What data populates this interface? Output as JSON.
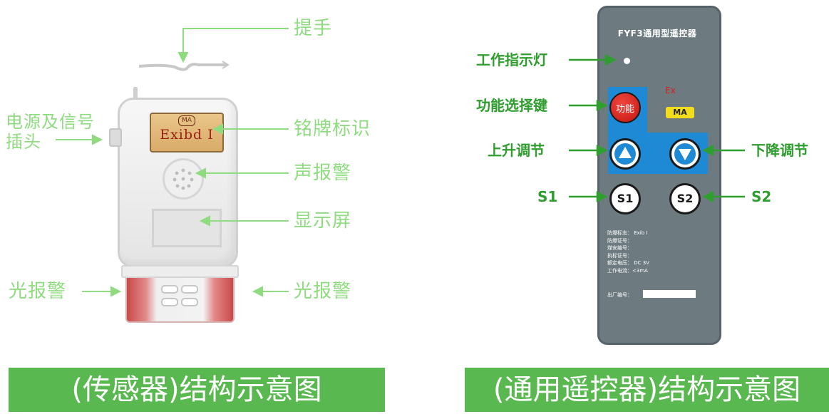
{
  "sensor": {
    "labels": {
      "handle": "提手",
      "connector_line1": "电源及信号",
      "connector_line2": "插头",
      "nameplate": "铭牌标识",
      "sound_alarm": "声报警",
      "display": "显示屏",
      "light_alarm_left": "光报警",
      "light_alarm_right": "光报警"
    },
    "nameplate_top": "MA",
    "nameplate_text": "Exibd I",
    "caption": "(传感器)结构示意图"
  },
  "remote": {
    "title": "FYF3通用型遥控器",
    "ex_mark": "Ex",
    "ma_mark": "MA",
    "function_key": "功能",
    "s1_key": "S1",
    "s2_key": "S2",
    "labels": {
      "indicator": "工作指示灯",
      "function": "功能选择键",
      "up": "上升调节",
      "down": "下降调节",
      "s1": "S1",
      "s2": "S2"
    },
    "spec_lines": [
      "防爆标志：  Exib I",
      "防爆证号：",
      "煤安编号：",
      "执标证号：",
      "额定电压： DC 3V",
      "工作电流：<3mA"
    ],
    "serial_label": "出厂编号：",
    "caption": "(通用遥控器)结构示意图"
  },
  "colors": {
    "label_green": "#8fdc80",
    "label_dark_green": "#2f9e2f",
    "banner_green": "#59b84f",
    "remote_body": "#6d7b80",
    "keypad_blue": "#1e8ad6",
    "function_red": "#d8201a",
    "alarm_red": "#c94a4a"
  }
}
